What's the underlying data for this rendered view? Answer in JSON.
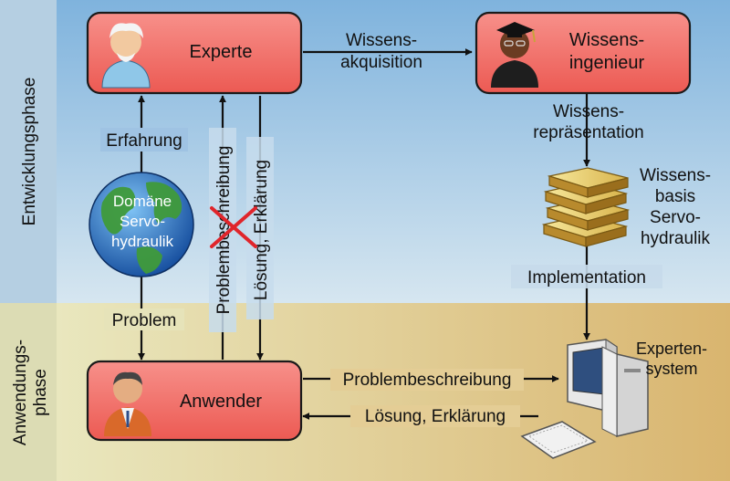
{
  "phases": {
    "development": "Entwicklungsphase",
    "application_line1": "Anwendungs-",
    "application_line2": "phase"
  },
  "nodes": {
    "expert": {
      "label": "Experte",
      "icon": "expert-person-icon"
    },
    "knowledge_engineer": {
      "label_line1": "Wissens-",
      "label_line2": "ingenieur",
      "icon": "graduate-person-icon"
    },
    "user": {
      "label": "Anwender",
      "icon": "user-person-icon"
    },
    "domain": {
      "line1": "Domäne",
      "line2": "Servo-",
      "line3": "hydraulik",
      "icon": "globe-icon"
    },
    "knowledge_base": {
      "line1": "Wissens-",
      "line2": "basis",
      "line3": "Servo-",
      "line4": "hydraulik",
      "icon": "book-stack-icon"
    },
    "expert_system": {
      "line1": "Experten-",
      "line2": "system",
      "icon": "computer-icon"
    }
  },
  "edges": {
    "acquisition_line1": "Wissens-",
    "acquisition_line2": "akquisition",
    "representation_line1": "Wissens-",
    "representation_line2": "repräsentation",
    "experience": "Erfahrung",
    "problem": "Problem",
    "problem_description": "Problembeschreibung",
    "solution_explanation": "Lösung, Erklärung",
    "implementation": "Implementation",
    "problem_description_to_system": "Problembeschreibung",
    "solution_from_system": "Lösung, Erklärung"
  },
  "colors": {
    "node_fill": "#f26b63",
    "node_stroke": "#1a1a1a",
    "dev_bg_top": "#7fb3dd",
    "dev_bg_bottom": "#d6e6f0",
    "app_bg_left": "#e9e7be",
    "app_bg_right": "#d9b56f",
    "strip_top": "#b5cfe2",
    "strip_bottom": "#dcdcb4",
    "cross": "#e0252b"
  }
}
